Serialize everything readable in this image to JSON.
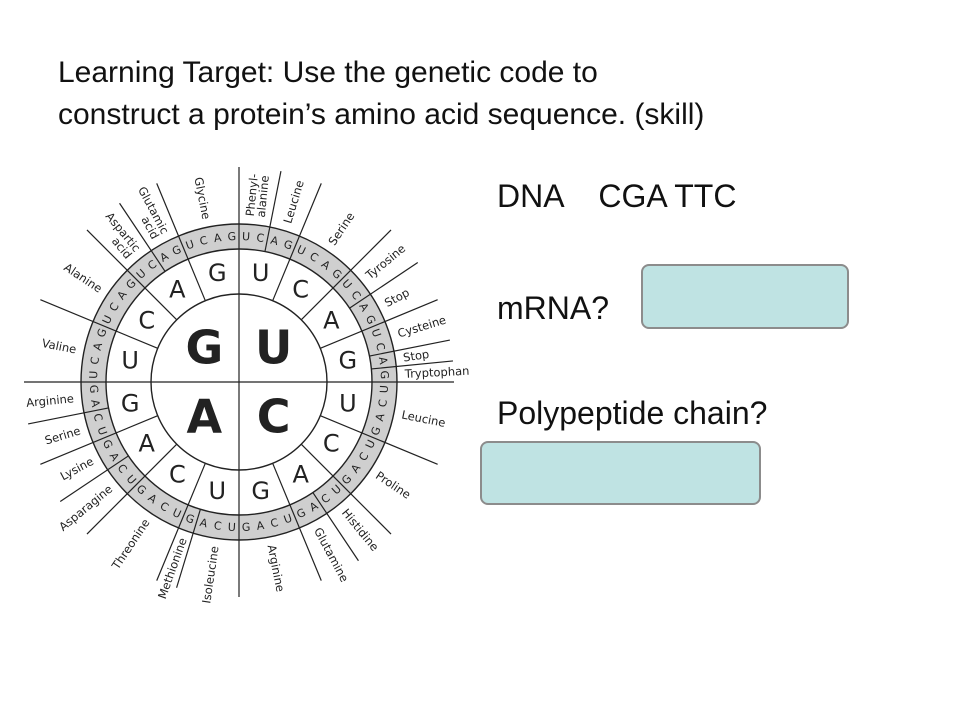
{
  "slide": {
    "title_line1": "Learning Target:  Use the genetic code to",
    "title_line2": "construct a protein’s amino acid sequence. (skill)"
  },
  "questions": {
    "dna_label": "DNA",
    "dna_value": "CGA TTC",
    "mrna_label": "mRNA?",
    "polypeptide_label": "Polypeptide chain?"
  },
  "codon_wheel": {
    "inner": [
      "U",
      "C",
      "A",
      "G"
    ],
    "middle": [
      "U",
      "C",
      "A",
      "G",
      "U",
      "C",
      "A",
      "G",
      "U",
      "C",
      "A",
      "G",
      "U",
      "C",
      "A",
      "G"
    ],
    "outer": [
      "U",
      "C",
      "A",
      "G",
      "U",
      "C",
      "A",
      "G",
      "U",
      "C",
      "A",
      "G",
      "U",
      "C",
      "A",
      "G",
      "U",
      "C",
      "A",
      "G",
      "U",
      "C",
      "A",
      "G",
      "U",
      "C",
      "A",
      "G",
      "U",
      "C",
      "A",
      "G",
      "U",
      "C",
      "A",
      "G",
      "U",
      "C",
      "A",
      "G",
      "U",
      "C",
      "A",
      "G",
      "U",
      "C",
      "A",
      "G",
      "U",
      "C",
      "A",
      "G",
      "U",
      "C",
      "A",
      "G",
      "U",
      "C",
      "A",
      "G",
      "U",
      "C",
      "A",
      "G"
    ],
    "amino_acids": [
      {
        "label": "Phenyl-\nalanine",
        "start": 0,
        "end": 2
      },
      {
        "label": "Leucine",
        "start": 2,
        "end": 4
      },
      {
        "label": "Serine",
        "start": 4,
        "end": 8
      },
      {
        "label": "Tyrosine",
        "start": 8,
        "end": 10
      },
      {
        "label": "Stop",
        "start": 10,
        "end": 12
      },
      {
        "label": "Cysteine",
        "start": 12,
        "end": 14
      },
      {
        "label": "Stop",
        "start": 14,
        "end": 15
      },
      {
        "label": "Tryptophan",
        "start": 15,
        "end": 16
      },
      {
        "label": "Leucine",
        "start": 16,
        "end": 20
      },
      {
        "label": "Proline",
        "start": 20,
        "end": 24
      },
      {
        "label": "Histidine",
        "start": 24,
        "end": 26
      },
      {
        "label": "Glutamine",
        "start": 26,
        "end": 28
      },
      {
        "label": "Arginine",
        "start": 28,
        "end": 32
      },
      {
        "label": "Isoleucine",
        "start": 32,
        "end": 35
      },
      {
        "label": "Methionine",
        "start": 35,
        "end": 36
      },
      {
        "label": "Threonine",
        "start": 36,
        "end": 40
      },
      {
        "label": "Asparagine",
        "start": 40,
        "end": 42
      },
      {
        "label": "Lysine",
        "start": 42,
        "end": 44
      },
      {
        "label": "Serine",
        "start": 44,
        "end": 46
      },
      {
        "label": "Arginine",
        "start": 46,
        "end": 48
      },
      {
        "label": "Valine",
        "start": 48,
        "end": 52
      },
      {
        "label": "Alanine",
        "start": 52,
        "end": 56
      },
      {
        "label": "Aspartic\nacid",
        "start": 56,
        "end": 58
      },
      {
        "label": "Glutamic\nacid",
        "start": 58,
        "end": 60
      },
      {
        "label": "Glycine",
        "start": 60,
        "end": 64
      }
    ]
  }
}
